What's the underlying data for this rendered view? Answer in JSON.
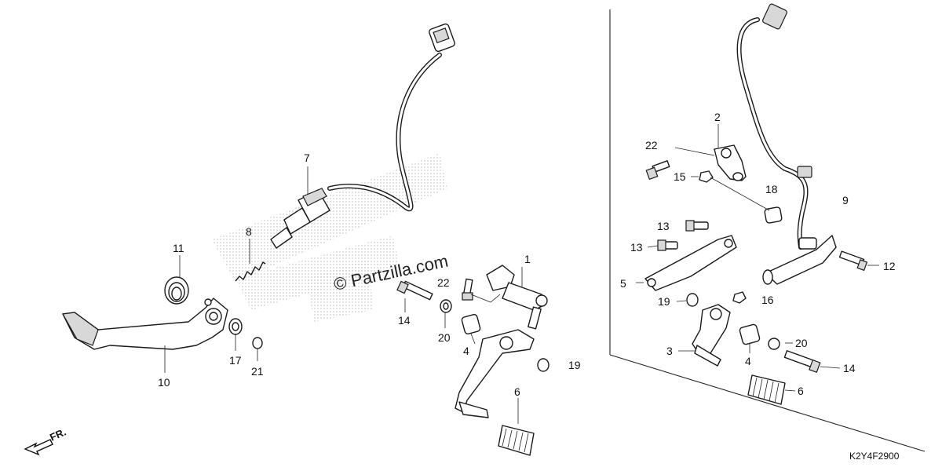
{
  "watermark": "© Partzilla.com",
  "front_label": "FR.",
  "diagram_code": "K2Y4F2900",
  "callouts": {
    "left": {
      "c1": "1",
      "c4": "4",
      "c6": "6",
      "c7": "7",
      "c8": "8",
      "c10": "10",
      "c11": "11",
      "c14": "14",
      "c17": "17",
      "c19": "19",
      "c20": "20",
      "c21": "21",
      "c22": "22"
    },
    "right": {
      "c2": "2",
      "c3": "3",
      "c4": "4",
      "c5": "5",
      "c6": "6",
      "c9": "9",
      "c12": "12",
      "c13a": "13",
      "c13b": "13",
      "c14": "14",
      "c15": "15",
      "c16": "16",
      "c18": "18",
      "c19": "19",
      "c20": "20",
      "c22": "22"
    }
  }
}
